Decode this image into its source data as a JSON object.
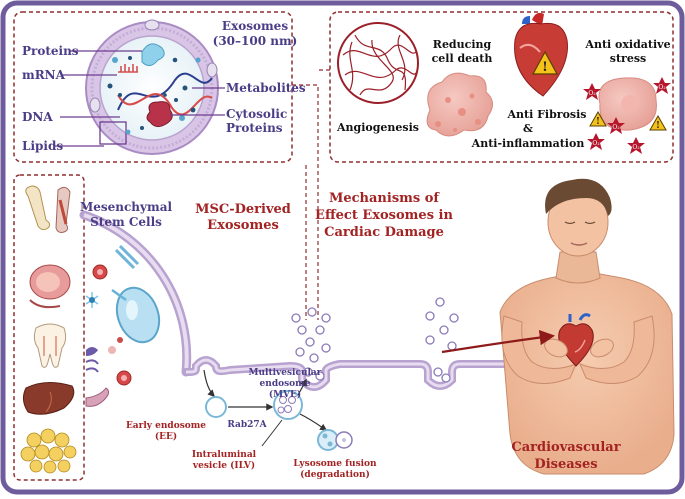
{
  "exosome_panel": {
    "title_line1": "Exosomes",
    "title_line2": "(30–100 nm)",
    "labels": {
      "proteins": "Proteins",
      "mrna": "mRNA",
      "dna": "DNA",
      "lipids": "Lipids",
      "metabolites": "Metabolites",
      "cytosolic_line1": "Cytosolic",
      "cytosolic_line2": "Proteins"
    }
  },
  "effects_panel": {
    "angiogenesis": "Angiogenesis",
    "reducing_line1": "Reducing",
    "reducing_line2": "cell death",
    "anti_fibrosis": "Anti Fibrosis",
    "ampersand": "&",
    "anti_inflammation": "Anti-inflammation",
    "antiox_line1": "Anti oxidative",
    "antiox_line2": "stress",
    "radical_label": "O₂"
  },
  "center": {
    "msc_line1": "MSC-Derived",
    "msc_line2": "Exosomes",
    "mech_line1": "Mechanisms of",
    "mech_line2": "Effect Exosomes in",
    "mech_line3": "Cardiac Damage"
  },
  "stem_cells": {
    "line1": "Mesenchymal",
    "line2": "Stem Cells"
  },
  "pathway": {
    "mve_line1": "Multivesicular",
    "mve_line2": "endosome",
    "mve_line3": "(MVE)",
    "ee_line1": "Early endosome",
    "ee_line2": "(EE)",
    "rab": "Rab27A",
    "ilv_line1": "Intraluminal",
    "ilv_line2": "vesicle (ILV)",
    "lyso_line1": "Lysosome fusion",
    "lyso_line2": "(degradation)"
  },
  "patient": {
    "line1": "Cardiovascular",
    "line2": "Diseases"
  },
  "colors": {
    "frame": "#6f5c9c",
    "dashed": "#8e2f2f",
    "label_dark": "#2a2a2a",
    "label_red": "#a32222",
    "label_purple": "#4a3c86",
    "membrane": "#b8a2cf"
  }
}
